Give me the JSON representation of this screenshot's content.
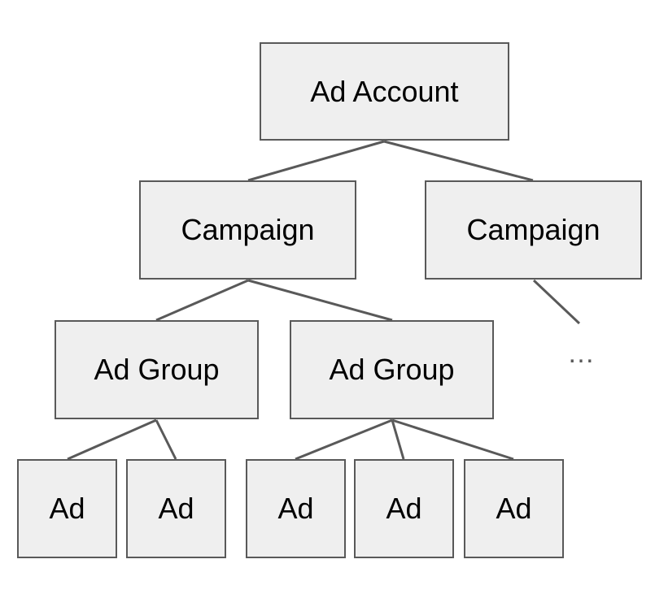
{
  "diagram": {
    "root": {
      "label": "Ad Account"
    },
    "campaigns": [
      {
        "label": "Campaign"
      },
      {
        "label": "Campaign"
      }
    ],
    "ad_groups": [
      {
        "label": "Ad Group"
      },
      {
        "label": "Ad Group"
      }
    ],
    "ads": [
      {
        "label": "Ad"
      },
      {
        "label": "Ad"
      },
      {
        "label": "Ad"
      },
      {
        "label": "Ad"
      },
      {
        "label": "Ad"
      }
    ],
    "continuation": "…",
    "colors": {
      "node_fill": "#efefef",
      "node_border": "#595959",
      "edge": "#595959",
      "text": "#000000"
    }
  }
}
